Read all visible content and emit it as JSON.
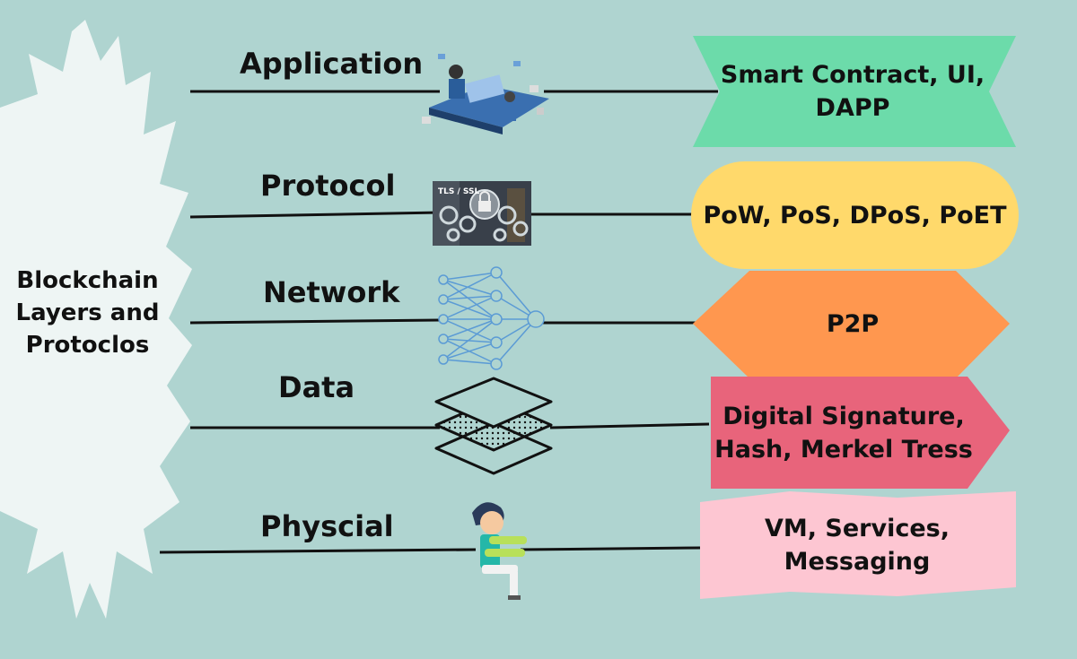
{
  "hub": {
    "title": "Blockchain Layers and Protoclos"
  },
  "layers": [
    {
      "label": "Application",
      "description": "Smart Contract, UI, DAPP",
      "color": "#6cdbaa",
      "icon": "mobile-app-illustration"
    },
    {
      "label": "Protocol",
      "description": "PoW, PoS, DPoS, PoET",
      "color": "#ffd96b",
      "icon": "tls-ssl-lock-photo",
      "icon_text": "TLS / SSL"
    },
    {
      "label": "Network",
      "description": "P2P",
      "color": "#ff974f",
      "icon": "network-graph-icon"
    },
    {
      "label": "Data",
      "description": "Digital Signature, Hash, Merkel Tress",
      "color": "#e8647b",
      "icon": "stacked-layers-icon"
    },
    {
      "label": "Physcial",
      "description": "VM, Services, Messaging",
      "color": "#fdc6d2",
      "icon": "person-illustration"
    }
  ]
}
